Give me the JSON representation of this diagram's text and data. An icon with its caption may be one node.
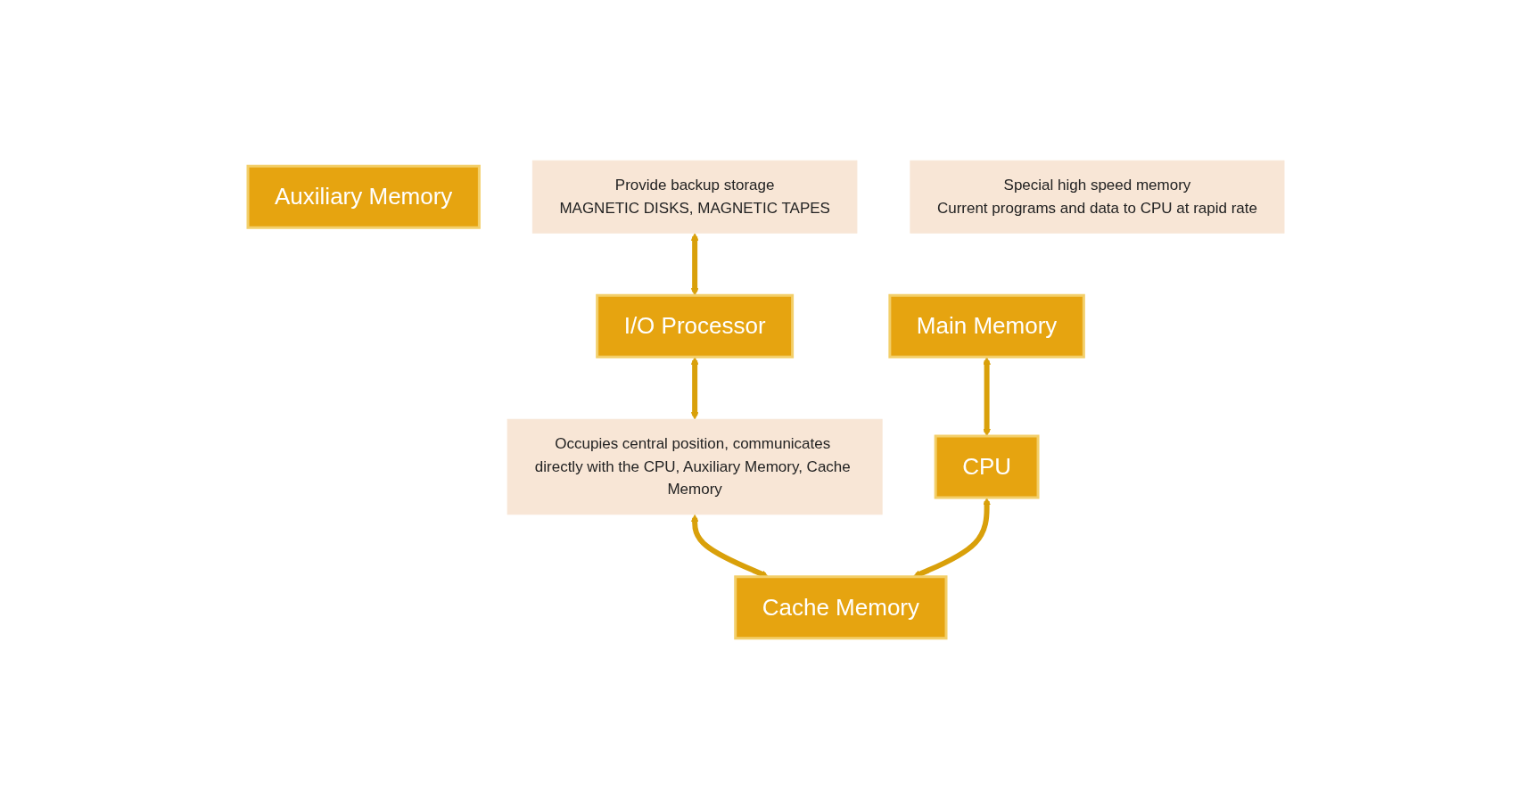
{
  "diagram": {
    "nodes": [
      {
        "text": [
          "Auxiliary Memory"
        ]
      },
      {
        "text": [
          "Provide backup storage",
          "MAGNETIC DISKS, MAGNETIC TAPES"
        ]
      },
      {
        "text": [
          "I/O Processor"
        ]
      },
      {
        "text": [
          "Main Memory"
        ]
      },
      {
        "text": [
          "Occupies central position, communicates directly with the CPU, Auxiliary Memory, Cache Memory"
        ]
      },
      {
        "text": [
          "CPU"
        ]
      },
      {
        "text": [
          "Cache Memory"
        ]
      },
      {
        "text": [
          "Special high speed memory",
          "Current programs and data to CPU at rapid rate"
        ]
      }
    ],
    "edges": [
      {
        "from": 1,
        "to": 2,
        "arrow": "both"
      },
      {
        "from": 2,
        "to": 4,
        "arrow": "both"
      },
      {
        "from": 3,
        "to": 5,
        "arrow": "both"
      },
      {
        "from": 4,
        "to": 6,
        "arrow": "both"
      },
      {
        "from": 5,
        "to": 6,
        "arrow": "both"
      }
    ]
  }
}
